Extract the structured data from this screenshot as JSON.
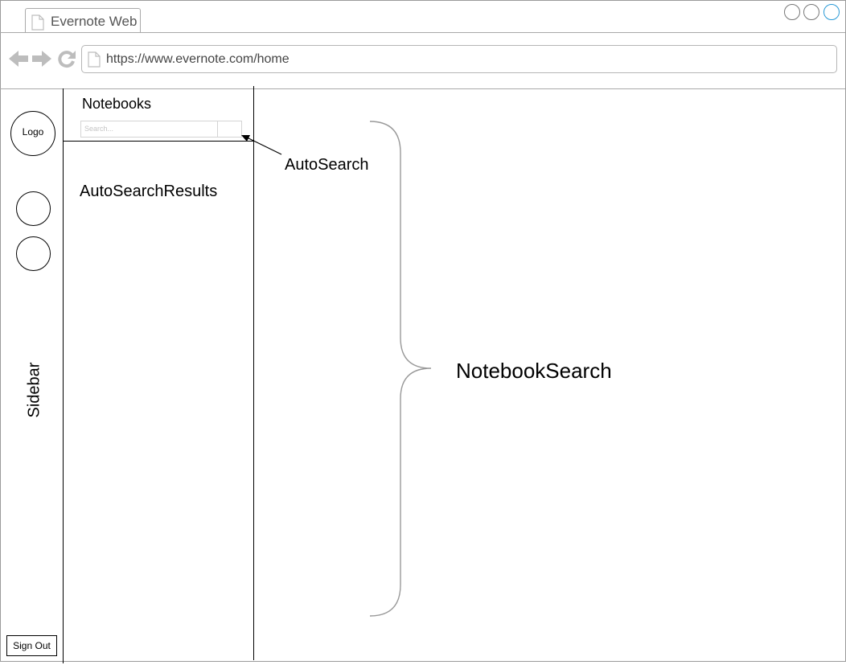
{
  "browser": {
    "tab_title": "Evernote Web",
    "url": "https://www.evernote.com/home",
    "accent_color": "#2a9ad6"
  },
  "sidebar": {
    "logo_label": "Logo",
    "label": "Sidebar",
    "sign_out_label": "Sign Out"
  },
  "panel": {
    "title": "Notebooks",
    "search_placeholder": "Search...",
    "results_label": "AutoSearchResults"
  },
  "annotations": {
    "autosearch": "AutoSearch",
    "notebook_search": "NotebookSearch"
  }
}
